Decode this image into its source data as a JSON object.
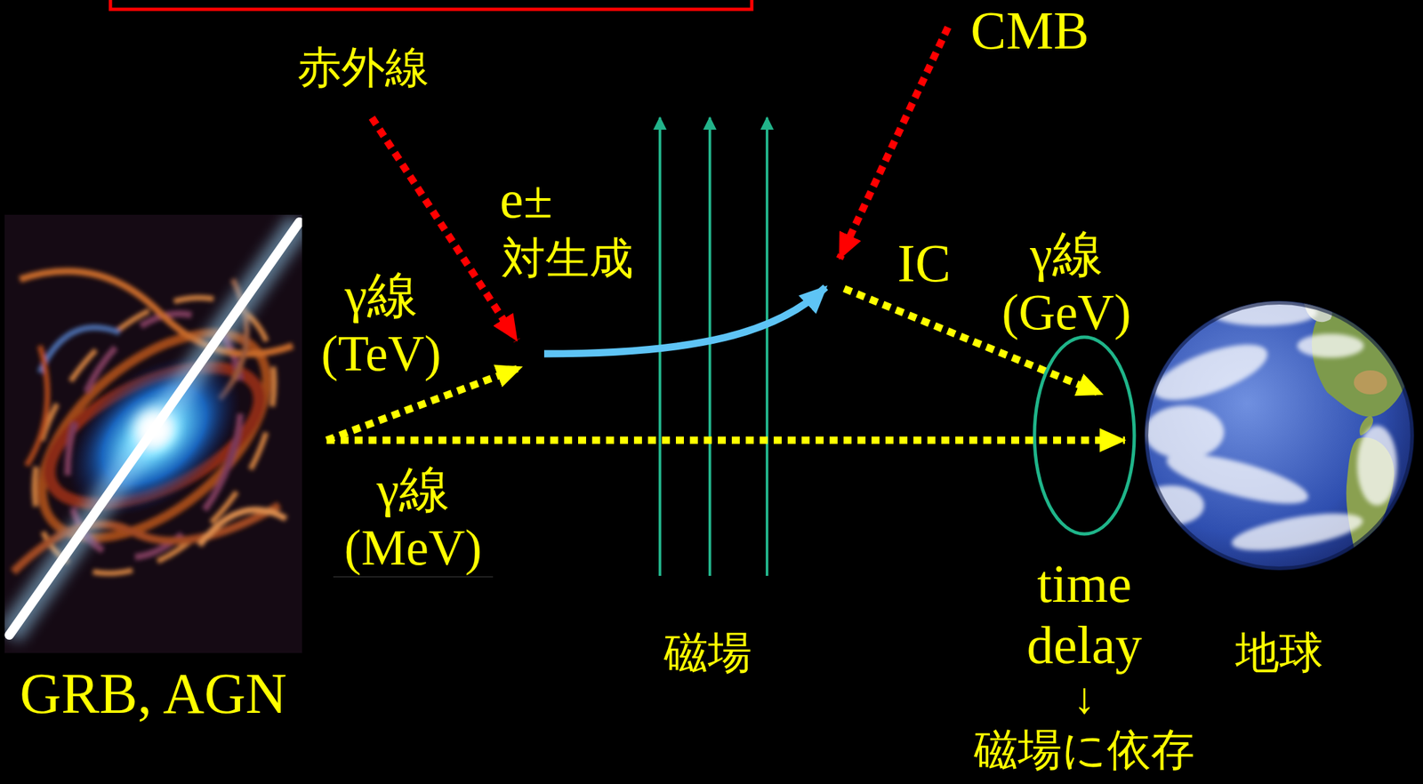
{
  "diagram": {
    "nodes": [
      {
        "text": [
          "GRB, AGN"
        ]
      },
      {
        "text": [
          "地球"
        ]
      }
    ],
    "edges": [
      {
        "from": 0,
        "to": 1,
        "arrow": "to",
        "label": "γ線 (MeV)"
      }
    ],
    "labels": [
      "赤外線",
      "CMB",
      "e±",
      "対生成",
      "γ線 (TeV)",
      "IC",
      "γ線 (GeV)",
      "磁場",
      "time delay",
      "↓",
      "磁場に依存"
    ]
  }
}
